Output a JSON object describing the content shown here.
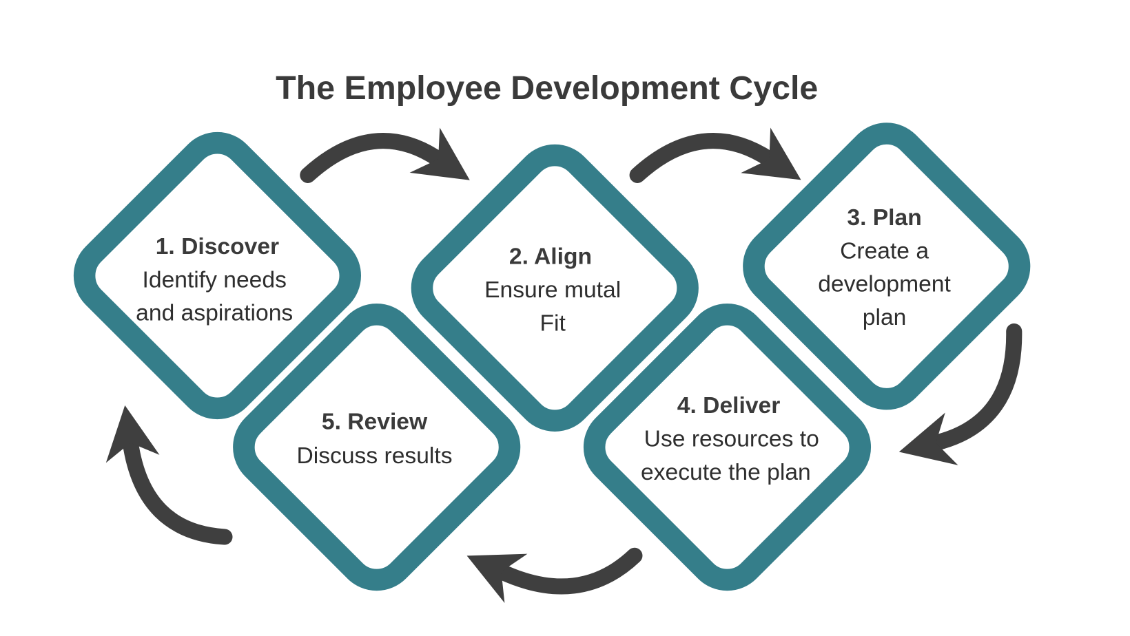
{
  "title": "The Employee Development Cycle",
  "colors": {
    "diamond": "#357e8a",
    "arrow": "#3f3f3f",
    "text": "#3a3a3a"
  },
  "steps": [
    {
      "heading": "1. Discover",
      "lines": [
        "Identify needs",
        "and aspirations"
      ]
    },
    {
      "heading": "2. Align",
      "lines": [
        "Ensure mutal",
        "Fit"
      ]
    },
    {
      "heading": "3. Plan",
      "lines": [
        "Create a",
        "development",
        "plan"
      ]
    },
    {
      "heading": "4. Deliver",
      "lines": [
        "Use resources to",
        "execute the plan"
      ]
    },
    {
      "heading": "5. Review",
      "lines": [
        "Discuss results"
      ]
    }
  ]
}
